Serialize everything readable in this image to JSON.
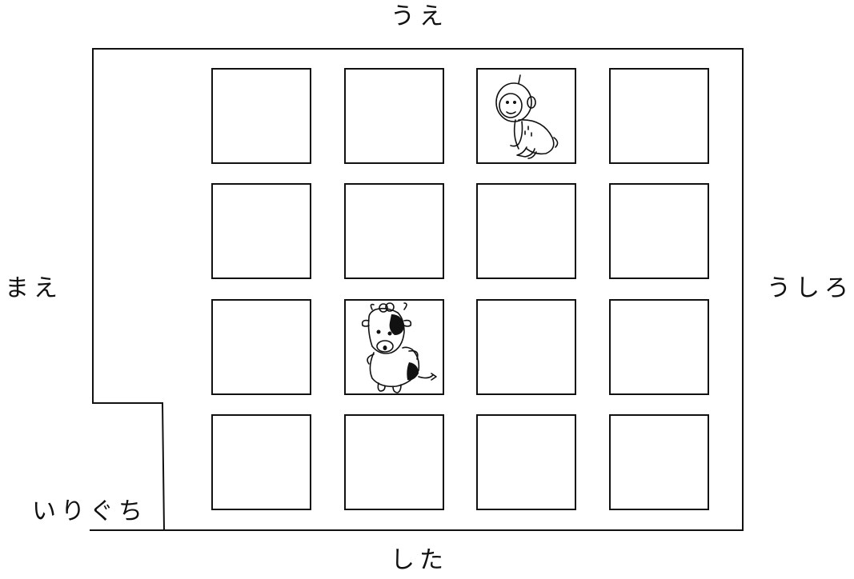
{
  "labels": {
    "top": "うえ",
    "bottom": "した",
    "left": "まえ",
    "right": "うしろ",
    "entrance": "いりぐち"
  },
  "grid": {
    "rows": 4,
    "cols": 4,
    "animals": [
      {
        "name": "monkey",
        "row": 1,
        "col": 3,
        "icon": "monkey-icon"
      },
      {
        "name": "cow",
        "row": 3,
        "col": 2,
        "icon": "cow-icon"
      }
    ]
  }
}
